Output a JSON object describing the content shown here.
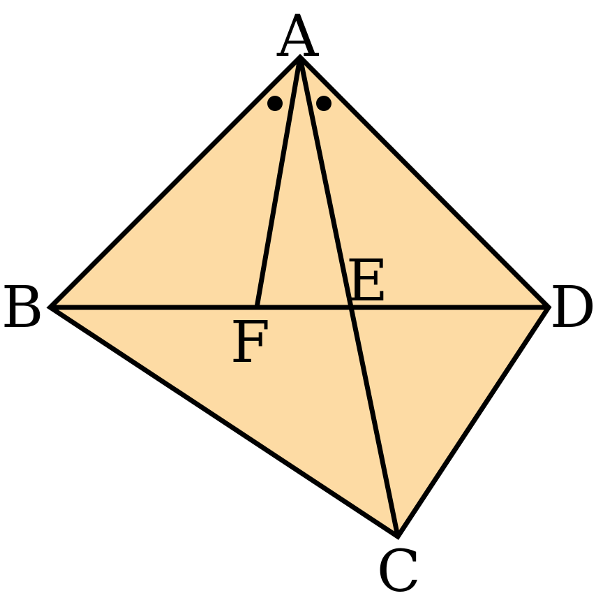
{
  "diagram": {
    "fill_color": "#FDDBA4",
    "stroke_color": "#000000",
    "points": {
      "A": "A",
      "B": "B",
      "C": "C",
      "D": "D",
      "E": "E",
      "F": "F"
    },
    "angle_marks": [
      "equal-angle-mark",
      "equal-angle-mark"
    ]
  }
}
